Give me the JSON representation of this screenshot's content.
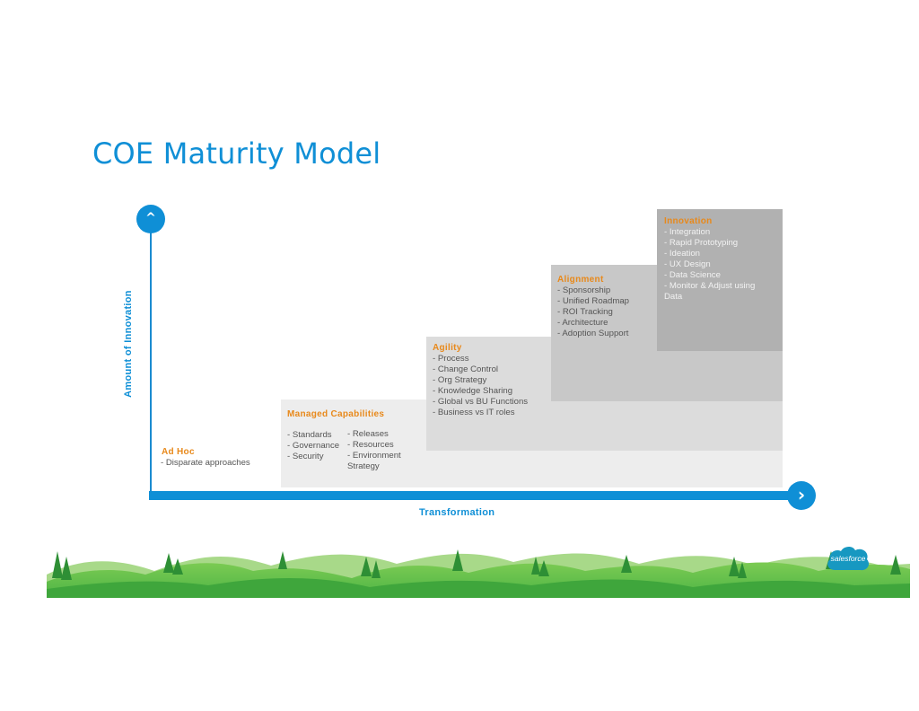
{
  "title": "COE Maturity Model",
  "axes": {
    "y_label": "Amount of Innovation",
    "x_label": "Transformation",
    "up_arrow_icon": "^",
    "right_arrow_icon": "›"
  },
  "stages": [
    {
      "name": "Ad Hoc",
      "items": [
        "- Disparate approaches"
      ]
    },
    {
      "name": "Managed Capabilities",
      "items": [
        "- Standards",
        "- Governance",
        "- Security"
      ],
      "items_col2": [
        "- Releases",
        "- Resources",
        "- Environment",
        "Strategy"
      ]
    },
    {
      "name": "Agility",
      "items": [
        "- Process",
        "- Change Control",
        "- Org Strategy",
        "- Knowledge Sharing",
        "- Global vs BU Functions",
        "- Business vs IT roles"
      ]
    },
    {
      "name": "Alignment",
      "items": [
        "- Sponsorship",
        "- Unified Roadmap",
        "- ROI Tracking",
        "- Architecture",
        "- Adoption Support"
      ]
    },
    {
      "name": "Innovation",
      "items": [
        "- Integration",
        "- Rapid Prototyping",
        "- Ideation",
        "- UX Design",
        "- Data Science",
        "- Monitor & Adjust using",
        "Data"
      ]
    }
  ],
  "logo": {
    "text": "salesforce",
    "icon": "salesforce-cloud-logo"
  },
  "colors": {
    "accent": "#0f8fd6",
    "stage_heading": "#e8891b",
    "landscape_green": "#4caf50"
  }
}
